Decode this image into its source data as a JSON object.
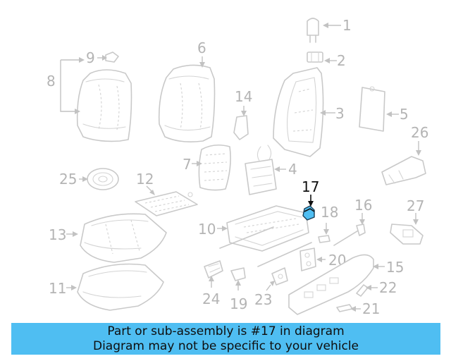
{
  "colors": {
    "banner_background": "#4fbef2",
    "highlight": "#4fbef2",
    "muted_label": "#b4b4b4"
  },
  "labels": {
    "l1": "1",
    "l2": "2",
    "l3": "3",
    "l4": "4",
    "l5": "5",
    "l6": "6",
    "l7": "7",
    "l8": "8",
    "l9": "9",
    "l10": "10",
    "l11": "11",
    "l12": "12",
    "l13": "13",
    "l14": "14",
    "l15": "15",
    "l16": "16",
    "l17": "17",
    "l18": "18",
    "l19": "19",
    "l20": "20",
    "l21": "21",
    "l22": "22",
    "l23": "23",
    "l24": "24",
    "l25": "25",
    "l26": "26",
    "l27": "27"
  },
  "highlighted_part": "17",
  "banner": {
    "line1": "Part or sub-assembly is #17 in diagram",
    "line2": "Diagram may not be specific to your vehicle"
  }
}
